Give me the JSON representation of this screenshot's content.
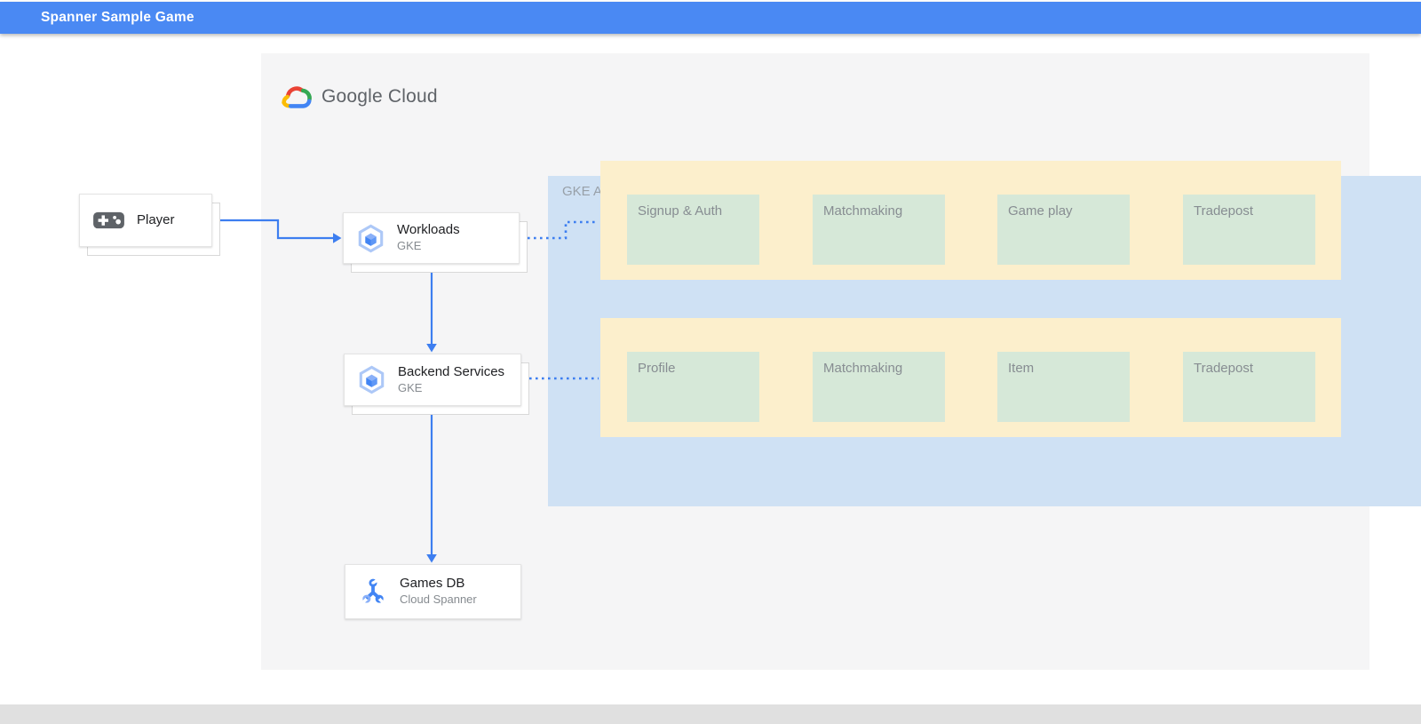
{
  "header": {
    "title": "Spanner Sample Game"
  },
  "canvas": {
    "logo": {
      "brand": "Google",
      "product": "Cloud"
    },
    "gke_container": {
      "label": "GKE Autopilot"
    },
    "nodes": {
      "player": {
        "label": "Player"
      },
      "workloads": {
        "title": "Workloads",
        "subtitle": "GKE"
      },
      "backend_services": {
        "title": "Backend Services",
        "subtitle": "GKE"
      },
      "games_db": {
        "title": "Games DB",
        "subtitle": "Cloud Spanner"
      }
    },
    "workload_rows": [
      {
        "items": [
          "Signup & Auth",
          "Matchmaking",
          "Game play",
          "Tradepost"
        ]
      },
      {
        "items": [
          "Profile",
          "Matchmaking",
          "Item",
          "Tradepost"
        ]
      }
    ],
    "edges": [
      {
        "from": "player",
        "to": "workloads",
        "style": "solid-arrow"
      },
      {
        "from": "workloads",
        "to": "backend_services",
        "style": "solid-arrow"
      },
      {
        "from": "backend_services",
        "to": "games_db",
        "style": "solid-arrow"
      },
      {
        "from": "workloads",
        "to": "frontend-workload-row",
        "style": "dotted"
      },
      {
        "from": "backend_services",
        "to": "backend-workload-row",
        "style": "dotted"
      }
    ]
  },
  "colors": {
    "header": "#4a89f3",
    "canvas": "#f5f5f6",
    "gke_container": "#cfe1f4",
    "workload_row": "#fcefcc",
    "service_box": "#d6e8d8",
    "connector": "#3d7ef0",
    "footer": "#e0e0e0"
  }
}
